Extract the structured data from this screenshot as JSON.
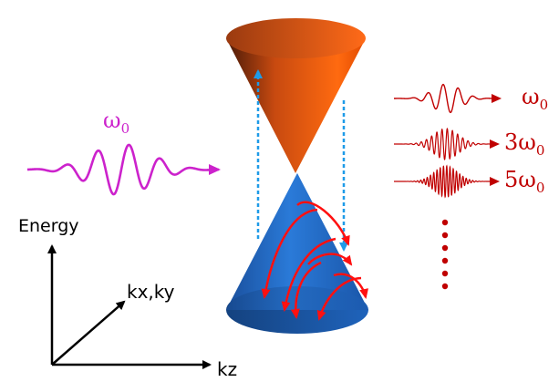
{
  "input_pulse": {
    "label": "ω",
    "subscript": "0",
    "color": "#cc22cc"
  },
  "outputs": {
    "color": "#c00000",
    "items": [
      {
        "label": "ω",
        "subscript": "0"
      },
      {
        "label": "3ω",
        "subscript": "0"
      },
      {
        "label": "5ω",
        "subscript": "0"
      }
    ]
  },
  "axes": {
    "energy_label": "Energy",
    "kxky_label": "kx,ky",
    "kz_label": "kz"
  },
  "colors": {
    "upper_cone_light": "#ff5a00",
    "upper_cone_dark": "#3a1408",
    "lower_cone_light": "#2b7fdc",
    "lower_cone_dark": "#0d3b7a",
    "dashed_arrows": "#1e9be8",
    "intraband_arrows": "#ff1010"
  },
  "icons": [
    "dirac-cone-upper-icon",
    "dirac-cone-lower-icon",
    "dashed-arrow-up-icon",
    "dashed-arrow-down-icon",
    "curved-arrow-icon",
    "dots-ellipsis-icon"
  ]
}
